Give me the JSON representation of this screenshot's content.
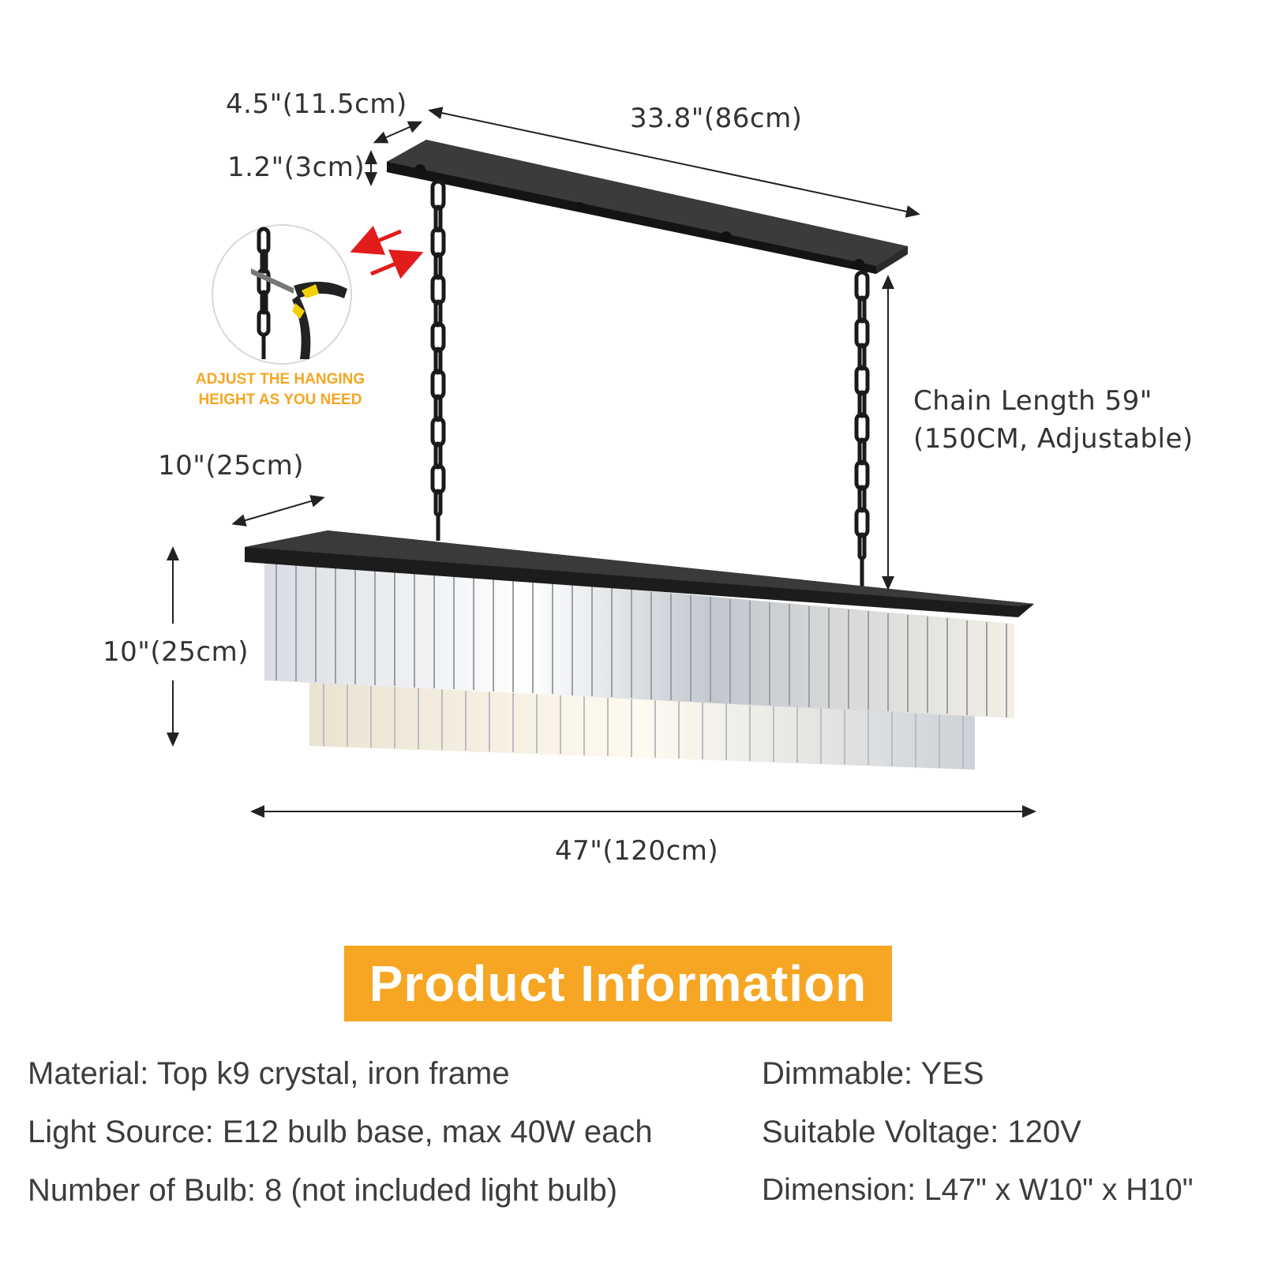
{
  "dimensions": {
    "canopy_depth": "4.5\"(11.5cm)",
    "canopy_height": "1.2\"(3cm)",
    "canopy_length": "33.8\"(86cm)",
    "chain_length_line1": "Chain Length 59\"",
    "chain_length_line2": "(150CM, Adjustable)",
    "body_width": "10\"(25cm)",
    "body_height": "10\"(25cm)",
    "body_length": "47\"(120cm)"
  },
  "callout": {
    "line1": "ADJUST THE HANGING",
    "line2": "HEIGHT AS YOU NEED",
    "icon": "pliers-chain-icon"
  },
  "banner": {
    "title": "Product Information",
    "color": "#f6a623"
  },
  "specs": {
    "material": "Material: Top k9 crystal, iron frame",
    "light_source": "Light Source: E12 bulb base, max 40W each",
    "bulbs": "Number of Bulb: 8 (not included light bulb)",
    "dimmable": "Dimmable: YES",
    "voltage": "Suitable Voltage: 120V",
    "dimension": "Dimension: L47\" x W10\" x H10\""
  },
  "colors": {
    "frame": "#1c1c1c",
    "accent_orange": "#f6a623",
    "arrow_red": "#e21b1b"
  }
}
